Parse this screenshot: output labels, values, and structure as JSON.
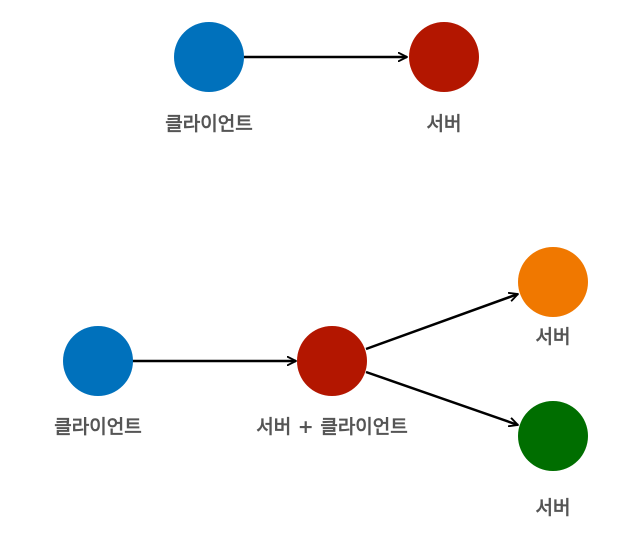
{
  "diagram": {
    "top": {
      "client": {
        "label": "클라이언트",
        "color": "#0071BC"
      },
      "server": {
        "label": "서버",
        "color": "#B31600"
      }
    },
    "bottom": {
      "client": {
        "label": "클라이언트",
        "color": "#0071BC"
      },
      "middle": {
        "label": "서버 + 클라이언트",
        "color": "#B31600"
      },
      "server_a": {
        "label": "서버",
        "color": "#F07800"
      },
      "server_b": {
        "label": "서버",
        "color": "#006E00"
      }
    },
    "edge_color": "#000000",
    "label_color": "#555555"
  }
}
